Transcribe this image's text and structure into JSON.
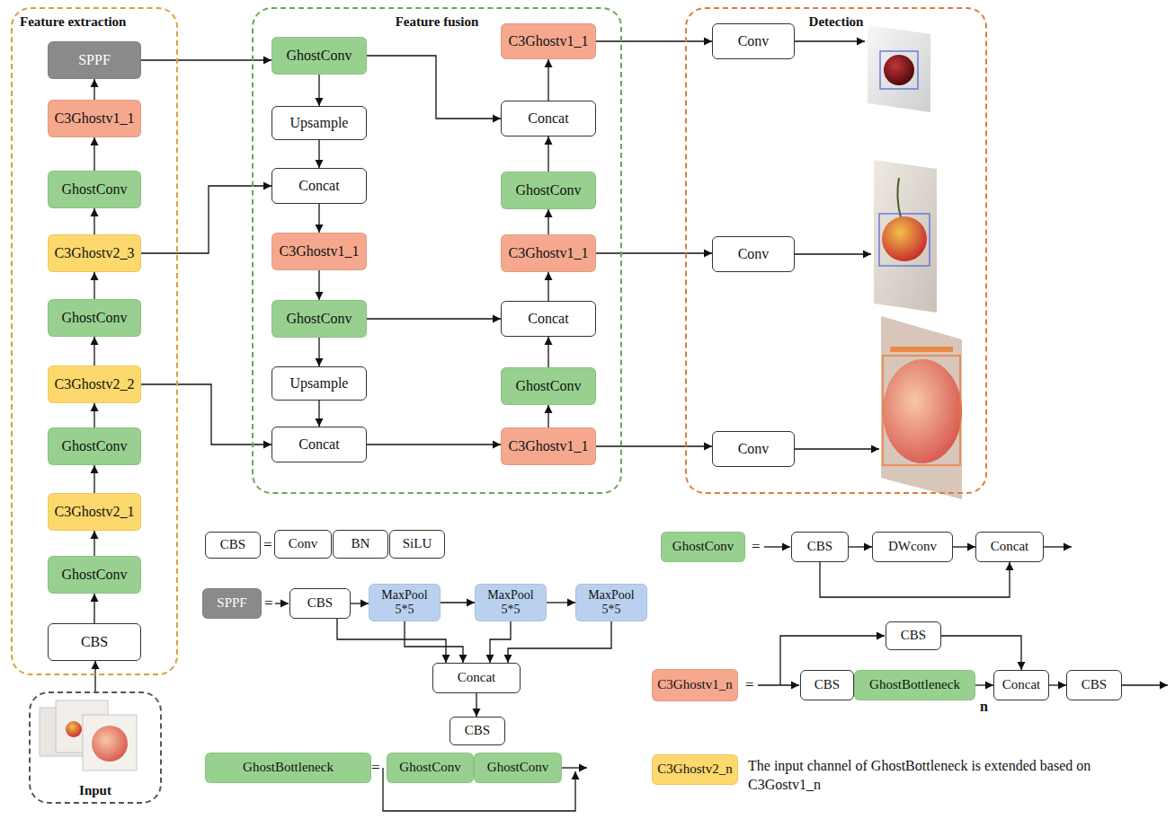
{
  "diagram": {
    "nodes": [
      {
        "text": [
          "Feature extraction"
        ]
      },
      {
        "text": [
          "SPPF"
        ],
        "in": 0
      },
      {
        "text": [
          "C3Ghostv1_1"
        ],
        "in": 0
      },
      {
        "text": [
          "GhostConv"
        ],
        "in": 0
      },
      {
        "text": [
          "C3Ghostv2_3"
        ],
        "in": 0
      },
      {
        "text": [
          "GhostConv"
        ],
        "in": 0
      },
      {
        "text": [
          "C3Ghostv2_2"
        ],
        "in": 0
      },
      {
        "text": [
          "GhostConv"
        ],
        "in": 0
      },
      {
        "text": [
          "C3Ghostv2_1"
        ],
        "in": 0
      },
      {
        "text": [
          "GhostConv"
        ],
        "in": 0
      },
      {
        "text": [
          "CBS"
        ],
        "in": 0
      },
      {
        "text": [
          "Feature fusion"
        ]
      },
      {
        "text": [
          "GhostConv"
        ],
        "in": 11
      },
      {
        "text": [
          "Upsample"
        ],
        "in": 11
      },
      {
        "text": [
          "Concat"
        ],
        "in": 11
      },
      {
        "text": [
          "C3Ghostv1_1"
        ],
        "in": 11
      },
      {
        "text": [
          "GhostConv"
        ],
        "in": 11
      },
      {
        "text": [
          "Upsample"
        ],
        "in": 11
      },
      {
        "text": [
          "Concat"
        ],
        "in": 11
      },
      {
        "text": [
          "C3Ghostv1_1"
        ],
        "in": 11
      },
      {
        "text": [
          "Concat"
        ],
        "in": 11
      },
      {
        "text": [
          "GhostConv"
        ],
        "in": 11
      },
      {
        "text": [
          "C3Ghostv1_1"
        ],
        "in": 11
      },
      {
        "text": [
          "Concat"
        ],
        "in": 11
      },
      {
        "text": [
          "GhostConv"
        ],
        "in": 11
      },
      {
        "text": [
          "C3Ghostv1_1"
        ],
        "in": 11
      },
      {
        "text": [
          "Detection"
        ]
      },
      {
        "text": [
          "Conv"
        ],
        "in": 26
      },
      {
        "text": [
          "Conv"
        ],
        "in": 26
      },
      {
        "text": [
          "Conv"
        ],
        "in": 26
      },
      {
        "text": [
          "Input"
        ]
      },
      {
        "text": [
          "CBS"
        ]
      },
      {
        "text": [
          "Conv"
        ]
      },
      {
        "text": [
          "BN"
        ]
      },
      {
        "text": [
          "SiLU"
        ]
      },
      {
        "text": [
          "GhostConv"
        ]
      },
      {
        "text": [
          "CBS"
        ]
      },
      {
        "text": [
          "DWconv"
        ]
      },
      {
        "text": [
          "Concat"
        ]
      },
      {
        "text": [
          "SPPF"
        ]
      },
      {
        "text": [
          "CBS"
        ]
      },
      {
        "text": [
          "MaxPool 5*5"
        ]
      },
      {
        "text": [
          "MaxPool 5*5"
        ]
      },
      {
        "text": [
          "MaxPool 5*5"
        ]
      },
      {
        "text": [
          "Concat"
        ]
      },
      {
        "text": [
          "CBS"
        ]
      },
      {
        "text": [
          "C3Ghostv1_n"
        ]
      },
      {
        "text": [
          "CBS"
        ]
      },
      {
        "text": [
          "CBS"
        ]
      },
      {
        "text": [
          "GhostBottleneck"
        ]
      },
      {
        "text": [
          "Concat"
        ]
      },
      {
        "text": [
          "CBS"
        ]
      },
      {
        "text": [
          "GhostBottleneck"
        ]
      },
      {
        "text": [
          "GhostConv"
        ]
      },
      {
        "text": [
          "GhostConv"
        ]
      },
      {
        "text": [
          "C3Ghostv2_n"
        ]
      }
    ],
    "edges": [
      {
        "from": 10,
        "to": 9,
        "arrow": "to"
      },
      {
        "from": 9,
        "to": 8,
        "arrow": "to"
      },
      {
        "from": 8,
        "to": 7,
        "arrow": "to"
      },
      {
        "from": 7,
        "to": 6,
        "arrow": "to"
      },
      {
        "from": 6,
        "to": 5,
        "arrow": "to"
      },
      {
        "from": 5,
        "to": 4,
        "arrow": "to"
      },
      {
        "from": 4,
        "to": 3,
        "arrow": "to"
      },
      {
        "from": 3,
        "to": 2,
        "arrow": "to"
      },
      {
        "from": 2,
        "to": 1,
        "arrow": "to"
      },
      {
        "from": 30,
        "to": 10,
        "arrow": "to"
      },
      {
        "from": 1,
        "to": 12,
        "arrow": "to"
      },
      {
        "from": 12,
        "to": 13,
        "arrow": "to"
      },
      {
        "from": 13,
        "to": 14,
        "arrow": "to"
      },
      {
        "from": 4,
        "to": 14,
        "arrow": "to"
      },
      {
        "from": 14,
        "to": 15,
        "arrow": "to"
      },
      {
        "from": 15,
        "to": 16,
        "arrow": "to"
      },
      {
        "from": 16,
        "to": 17,
        "arrow": "to"
      },
      {
        "from": 17,
        "to": 18,
        "arrow": "to"
      },
      {
        "from": 6,
        "to": 18,
        "arrow": "to"
      },
      {
        "from": 18,
        "to": 25,
        "arrow": "to"
      },
      {
        "from": 25,
        "to": 24,
        "arrow": "to"
      },
      {
        "from": 24,
        "to": 23,
        "arrow": "to"
      },
      {
        "from": 16,
        "to": 23,
        "arrow": "to"
      },
      {
        "from": 23,
        "to": 22,
        "arrow": "to"
      },
      {
        "from": 22,
        "to": 21,
        "arrow": "to"
      },
      {
        "from": 21,
        "to": 20,
        "arrow": "to"
      },
      {
        "from": 12,
        "to": 20,
        "arrow": "to"
      },
      {
        "from": 20,
        "to": 19,
        "arrow": "to"
      },
      {
        "from": 19,
        "to": 27,
        "arrow": "to"
      },
      {
        "from": 22,
        "to": 28,
        "arrow": "to"
      },
      {
        "from": 25,
        "to": 29,
        "arrow": "to"
      },
      {
        "from": 36,
        "to": 37,
        "arrow": "to"
      },
      {
        "from": 37,
        "to": 38,
        "arrow": "to"
      },
      {
        "from": 36,
        "to": 38,
        "arrow": "to"
      },
      {
        "from": 40,
        "to": 41,
        "arrow": "to"
      },
      {
        "from": 41,
        "to": 42,
        "arrow": "to"
      },
      {
        "from": 42,
        "to": 43,
        "arrow": "to"
      },
      {
        "from": 40,
        "to": 44,
        "arrow": "to"
      },
      {
        "from": 41,
        "to": 44,
        "arrow": "to"
      },
      {
        "from": 42,
        "to": 44,
        "arrow": "to"
      },
      {
        "from": 43,
        "to": 44,
        "arrow": "to"
      },
      {
        "from": 44,
        "to": 45,
        "arrow": "to"
      },
      {
        "from": 47,
        "to": 50,
        "arrow": "to"
      },
      {
        "from": 49,
        "to": 50,
        "arrow": "to"
      },
      {
        "from": 50,
        "to": 51,
        "arrow": "to"
      }
    ],
    "labels": [
      "=",
      "=",
      "=",
      "=",
      "=",
      "n",
      "The input channel of GhostBottleneck is extended based on C3Gostv1_n"
    ]
  }
}
